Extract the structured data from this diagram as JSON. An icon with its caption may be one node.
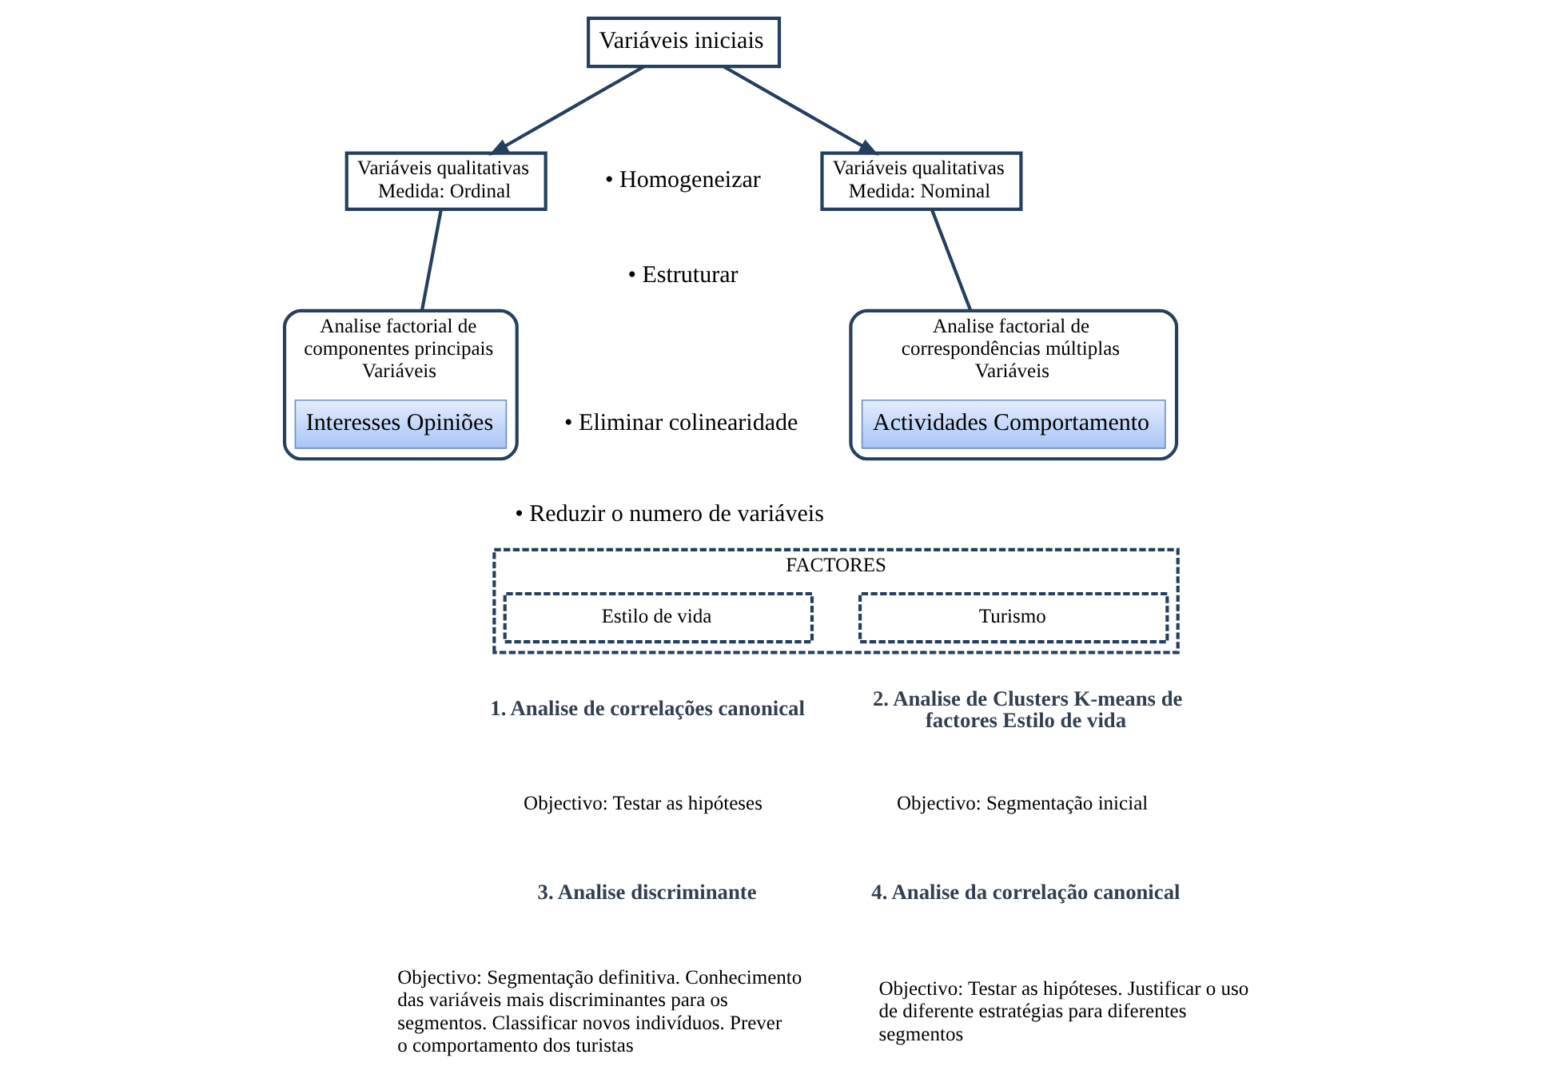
{
  "diagram": {
    "nodes": [
      {
        "text": [
          "Variáveis iniciais"
        ]
      },
      {
        "text": [
          "Variáveis qualitativas",
          "Medida: Ordinal"
        ]
      },
      {
        "text": [
          "Variáveis qualitativas",
          "Medida: Nominal"
        ]
      },
      {
        "text": [
          "Analise factorial de componentes principais",
          "Variáveis"
        ]
      },
      {
        "text": [
          "Interesses Opiniões"
        ],
        "in": 3
      },
      {
        "text": [
          "Analise factorial de correspondências múltiplas",
          "Variáveis"
        ]
      },
      {
        "text": [
          "Actividades Comportamento"
        ],
        "in": 5
      },
      {
        "text": [
          "FACTORES"
        ]
      },
      {
        "text": [
          "Estilo de vida"
        ],
        "in": 7
      },
      {
        "text": [
          "Turismo"
        ],
        "in": 7
      }
    ],
    "edges": [
      {
        "from": 0,
        "to": 1,
        "arrow": "to"
      },
      {
        "from": 0,
        "to": 2,
        "arrow": "to"
      },
      {
        "from": 1,
        "to": 3,
        "arrow": "none"
      },
      {
        "from": 2,
        "to": 5,
        "arrow": "none"
      }
    ],
    "labels": [
      "• Homogeneizar",
      "• Estruturar",
      "• Eliminar colinearidade",
      "• Reduzir o numero de variáveis",
      "1. Analise de correlações canonical",
      "Objectivo: Testar as hipóteses",
      "2. Analise de Clusters K-means de factores Estilo de vida",
      "Objectivo: Segmentação inicial",
      "3. Analise discriminante",
      "Objectivo: Segmentação definitiva. Conhecimento das variáveis mais discriminantes para os segmentos. Classificar novos indivíduos. Prever o comportamento dos turistas",
      "4. Analise da correlação canonical",
      "Objectivo: Testar as hipóteses. Justificar o uso de diferente estratégias para diferentes segmentos"
    ]
  }
}
